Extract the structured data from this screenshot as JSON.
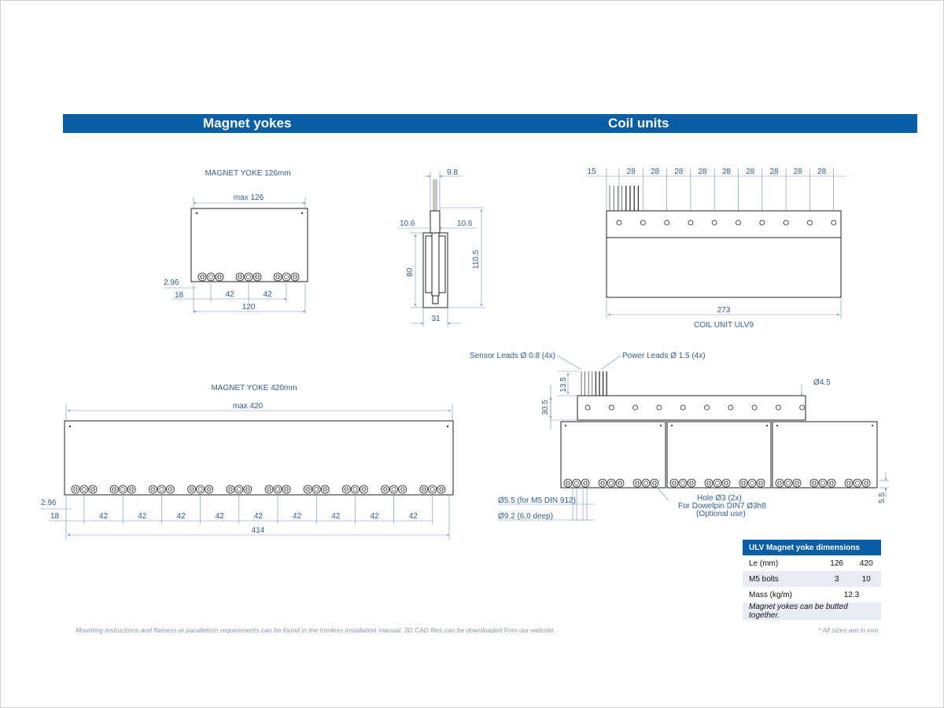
{
  "headers": {
    "left": "Magnet yokes",
    "right": "Coil units"
  },
  "yoke126": {
    "title": "MAGNET YOKE 126mm",
    "max": "max 126",
    "d_2_96": "2.96",
    "d_18": "18",
    "d_42a": "42",
    "d_42b": "42",
    "d_120": "120"
  },
  "side": {
    "d_9_8": "9.8",
    "d_10_6a": "10.6",
    "d_10_6b": "10.6",
    "d_80": "80",
    "d_110_5": "110.5",
    "d_31": "31"
  },
  "coil": {
    "title": "COIL UNIT ULV9",
    "top_dims": [
      "15",
      "28",
      "28",
      "28",
      "28",
      "28",
      "28",
      "28",
      "28",
      "28"
    ],
    "d_273": "273"
  },
  "yoke420": {
    "title": "MAGNET YOKE 420mm",
    "max": "max 420",
    "d_2_96": "2.96",
    "d_18": "18",
    "pitches": [
      "42",
      "42",
      "42",
      "42",
      "42",
      "42",
      "42",
      "42",
      "42"
    ],
    "d_414": "414"
  },
  "assembly": {
    "sensor_leads": "Sensor Leads Ø 0.8 (4x)",
    "power_leads": "Power Leads Ø 1.5 (4x)",
    "d_13_5": "13.5",
    "d_30_5": "30.5",
    "d_4_5": "Ø4.5",
    "d_5_5v": "5.5",
    "bolt_a": "Ø5.5 (for M5 DIN 912)",
    "bolt_b": "Ø9.2 (6.0 deep)",
    "hole_1": "Hole  Ø3 (2x)",
    "hole_2": "For Dowelpin DIN7 Ø3h8",
    "hole_3": "(Optional use)"
  },
  "table": {
    "title": "ULV Magnet yoke dimensions",
    "rows": [
      {
        "label": "Le (mm)",
        "a": "126",
        "b": "420"
      },
      {
        "label": "M5 bolts",
        "a": "3",
        "b": "10"
      },
      {
        "label": "Mass (kg/m)",
        "merged": "12.3"
      }
    ],
    "note": "Magnet yokes can be butted together."
  },
  "footer": {
    "left": "Mounting instructions and flatness or parallelism requirements  can be found in the Ironless installation manual. 3D CAD files can be downloaded from our website.",
    "right": "* All sizes are in mm"
  },
  "colors": {
    "band": "#0a5ea6",
    "dimension": "#2f5f95"
  }
}
